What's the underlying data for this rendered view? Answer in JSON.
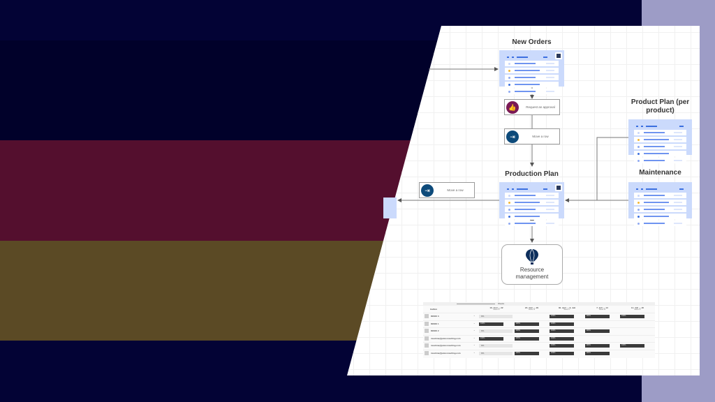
{
  "slide": {
    "colors": {
      "background": "#030335",
      "band_black": "#01012a",
      "band_red": "#540f2e",
      "band_gold": "#5b4a25",
      "right_strip": "#9d9cc6",
      "panel": "#ffffff"
    }
  },
  "diagram": {
    "new_orders": {
      "title": "New Orders"
    },
    "request_approval": {
      "label": "Request an approval",
      "icon": "thumbs-up-icon",
      "color": "#7a1a55"
    },
    "move_row_1": {
      "label": "Move a row",
      "icon": "move-row-icon",
      "color": "#0d4a7a"
    },
    "production_plan": {
      "title": "Production Plan"
    },
    "move_row_2": {
      "label": "Move a row",
      "icon": "move-row-icon",
      "color": "#0d4a7a"
    },
    "product_plan": {
      "title_line1": "Product Plan (per",
      "title_line2": "product)"
    },
    "maintenance": {
      "title": "Maintenance"
    },
    "resource": {
      "line1": "Resource",
      "line2": "management",
      "icon": "balloon-icon"
    }
  },
  "gantt": {
    "first_col": "Gallion",
    "zoom_label": "Weeks",
    "weeks": [
      {
        "range": "16. Juni — 22",
        "sub": "Woche 25"
      },
      {
        "range": "23. Juni — 29",
        "sub": "Woche 26"
      },
      {
        "range": "30. Juni — 6. Juli",
        "sub": "Woche 27"
      },
      {
        "range": "7. Juli — 13",
        "sub": "Woche 28"
      },
      {
        "range": "14. Juli — 20",
        "sub": "Woche 29"
      }
    ],
    "rows": [
      {
        "name": "DEMO 3",
        "alloc": [
          "0%",
          "",
          "100%",
          "100%",
          "100%"
        ]
      },
      {
        "name": "DEMO 1",
        "alloc": [
          "100%",
          "100%",
          "100%",
          "",
          ""
        ]
      },
      {
        "name": "DEMO 2",
        "alloc": [
          "0%",
          "100%",
          "100%",
          "100%",
          ""
        ]
      },
      {
        "name": "mustima@jamconsulting.com",
        "alloc": [
          "100%",
          "100%",
          "100%",
          "",
          ""
        ]
      },
      {
        "name": "mustima@jamconsulting.com",
        "alloc": [
          "0%",
          "",
          "100%",
          "100%",
          "100%"
        ]
      },
      {
        "name": "mustima@jamconsulting.com",
        "alloc": [
          "0%",
          "100%",
          "100%",
          "100%",
          ""
        ]
      }
    ]
  }
}
